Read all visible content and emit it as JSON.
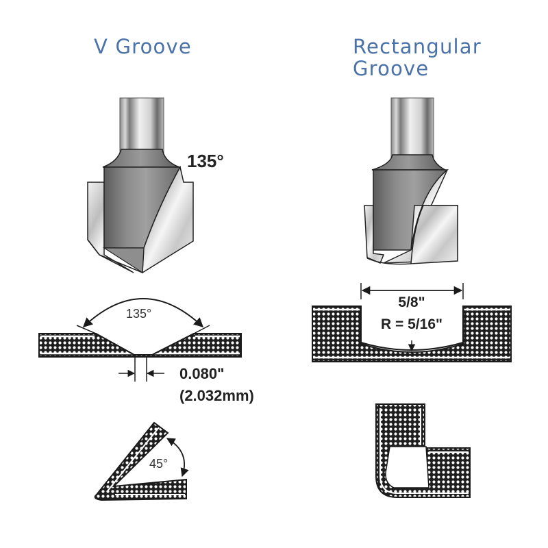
{
  "titles": {
    "v_groove": "V Groove",
    "rect_groove_line1": "Rectangular",
    "rect_groove_line2": "Groove"
  },
  "v_groove": {
    "bit_angle_label": "135°",
    "groove_angle_label": "135°",
    "tip_width_label": "0.080\"",
    "tip_width_metric_label": "(2.032mm)",
    "fold_angle_label": "45°"
  },
  "rect_groove": {
    "width_label": "5/8\"",
    "radius_label": "R = 5/16\""
  },
  "colors": {
    "title": "#4a72a8",
    "outline": "#1a1a1a",
    "steel_dark": "#6e6e6e",
    "steel_light": "#e6e6e6"
  }
}
